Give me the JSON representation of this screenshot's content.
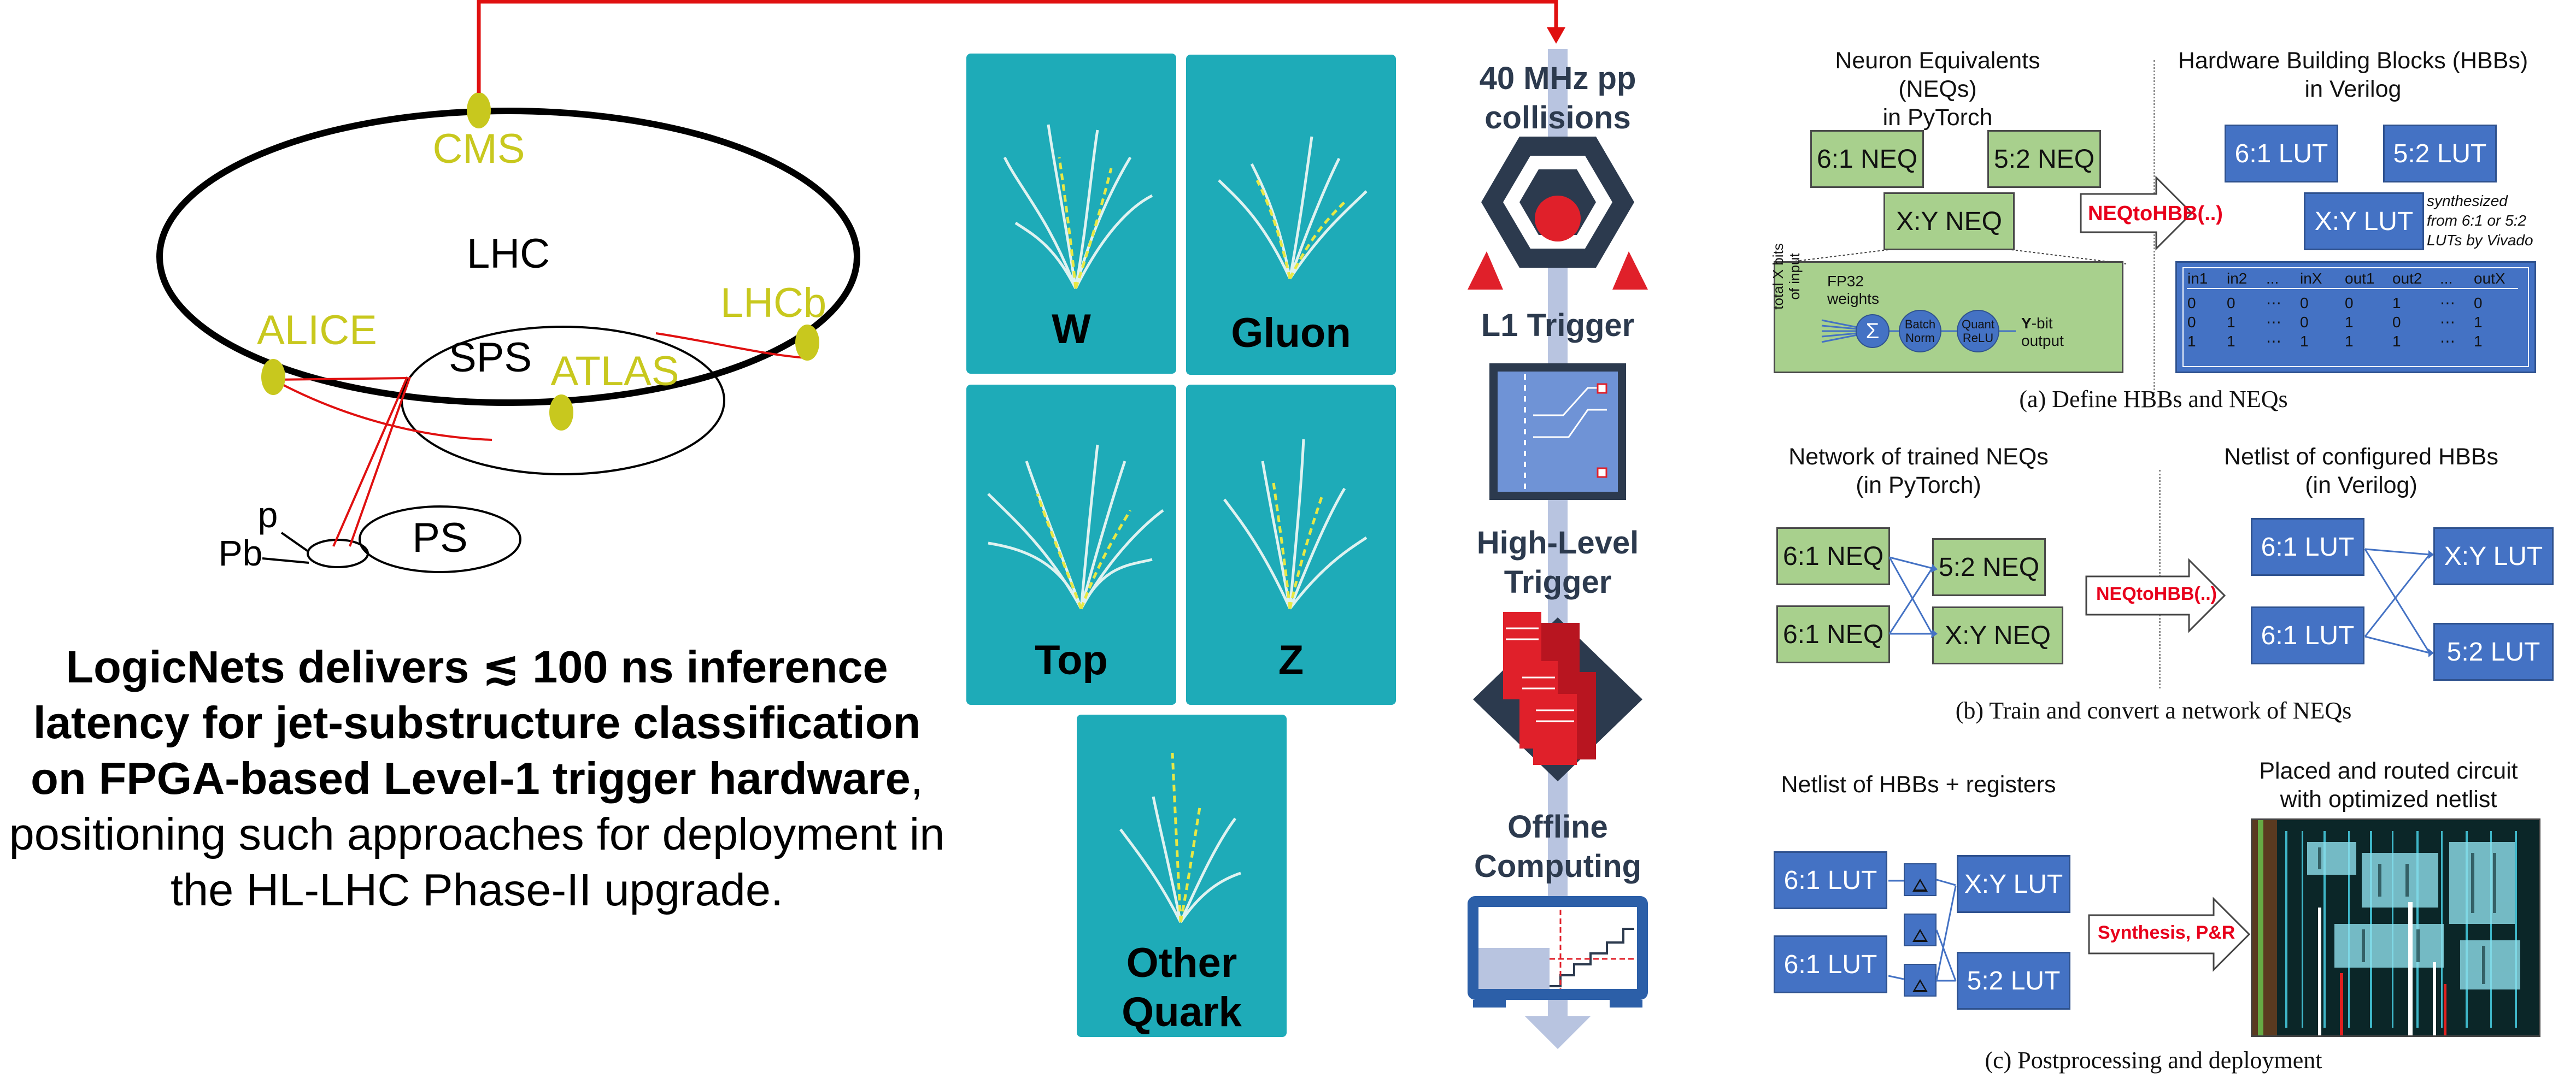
{
  "accelerator": {
    "ring_large": "LHC",
    "ring_sps": "SPS",
    "ring_ps": "PS",
    "experiments": [
      "CMS",
      "ALICE",
      "LHCb",
      "ATLAS"
    ],
    "beams": [
      "p",
      "Pb"
    ],
    "colors": {
      "experiment": "#c8c81e",
      "beamline": "#e01010",
      "trigger_arrow": "#e01010"
    }
  },
  "summary": {
    "bold_text": "LogicNets delivers ≲ 100 ns inference latency for jet-substructure classification on FPGA-based Level-1 trigger hardware",
    "trailing": ", positioning such approaches for deployment in the HL-LHC Phase-II upgrade."
  },
  "jets": {
    "labels": [
      "W",
      "Gluon",
      "Top",
      "Z",
      "Other Quark"
    ],
    "colors": {
      "tile": "#1eabb8",
      "track": "#dff2f0",
      "dashed": "#e8e844"
    }
  },
  "trigger": {
    "stages": [
      "40 MHz pp collisions",
      "L1 Trigger",
      "High-Level Trigger",
      "Offline Computing"
    ],
    "colors": {
      "spine": "#b8c4e0",
      "hexagon": "#2c3a4e",
      "red": "#e0202a",
      "chip": "#6f93d6"
    }
  },
  "panel_a": {
    "left_title": "Neuron Equivalents (NEQs)\nin PyTorch",
    "right_title": "Hardware Building Blocks (HBBs)\nin Verilog",
    "neqs": [
      "6:1 NEQ",
      "5:2 NEQ",
      "X:Y NEQ"
    ],
    "luts": [
      "6:1 LUT",
      "5:2 LUT",
      "X:Y LUT"
    ],
    "converter": "NEQtoHBB(..)",
    "synth_note": "synthesized\nfrom 6:1 or 5:2\nLUTs by Vivado",
    "neuron_detail": {
      "side_label_bold": "X",
      "side_label": "total X bits\nof input",
      "weights": "FP32\nweights",
      "sum": "Σ",
      "batchnorm": "Batch\nNorm",
      "relu": "Quant\nReLU",
      "output_bold": "Y",
      "output": "-bit\noutput"
    },
    "truth_table": {
      "headers": [
        "in1",
        "in2",
        "...",
        "inX",
        "out1",
        "out2",
        "...",
        "outX"
      ],
      "rows": [
        [
          "0",
          "0",
          "⋯",
          "0",
          "0",
          "1",
          "⋯",
          "0"
        ],
        [
          "0",
          "1",
          "⋯",
          "0",
          "1",
          "0",
          "⋯",
          "1"
        ],
        [
          "1",
          "1",
          "⋯",
          "1",
          "1",
          "1",
          "⋯",
          "1"
        ]
      ]
    },
    "caption": "(a) Define HBBs and NEQs"
  },
  "panel_b": {
    "left_title": "Network of trained NEQs\n(in PyTorch)",
    "right_title": "Netlist of configured HBBs\n(in Verilog)",
    "neqs": [
      "6:1 NEQ",
      "6:1 NEQ",
      "5:2 NEQ",
      "X:Y NEQ"
    ],
    "luts": [
      "6:1 LUT",
      "6:1 LUT",
      "X:Y LUT",
      "5:2 LUT"
    ],
    "converter": "NEQtoHBB(..)",
    "caption": "(b) Train and convert a network of NEQs"
  },
  "panel_c": {
    "left_title": "Netlist of HBBs + registers",
    "right_title": "Placed and routed circuit\nwith optimized netlist",
    "luts": [
      "6:1 LUT",
      "6:1 LUT",
      "X:Y LUT",
      "5:2 LUT"
    ],
    "converter": "Synthesis, P&R",
    "caption": "(c) Postprocessing and deployment"
  },
  "colors": {
    "neq": "#a8d08d",
    "lut": "#4472c4",
    "arrow": "#4472c4",
    "converter_text": "#e8001c"
  }
}
